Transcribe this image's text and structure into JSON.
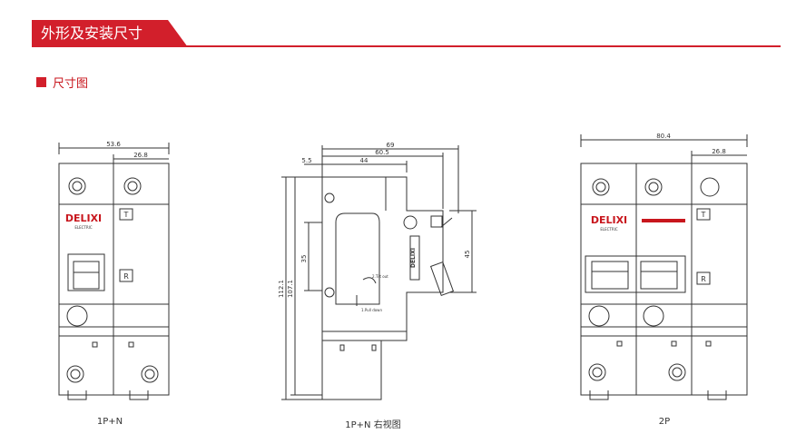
{
  "header": {
    "title": "外形及安装尺寸"
  },
  "section": {
    "label": "尺寸图"
  },
  "colors": {
    "accent": "#d21f2b",
    "line": "#333333",
    "brand": "#c8161d"
  },
  "views": {
    "front_1p": {
      "caption": "1P+N",
      "dims": {
        "overall_width": "53.6",
        "pole_width": "26.8"
      },
      "brand": "DELIXI",
      "brand_sub": "ELECTRIC",
      "test_btn": "T",
      "reset_btn": "R"
    },
    "side": {
      "caption": "1P+N 右视图",
      "dims": {
        "d69": "69",
        "d60_5": "60.5",
        "d44": "44",
        "d5_5": "5.5",
        "d35": "35",
        "d45": "45",
        "d107_1": "107.1",
        "d112_1": "112.1"
      },
      "notes": {
        "tilt": "2.Tilt out",
        "pull": "1.Pull down"
      },
      "labels": {
        "label1": "DELIXI"
      }
    },
    "front_2p": {
      "caption": "2P",
      "dims": {
        "overall_width": "80.4",
        "pole_width": "26.8"
      },
      "brand": "DELIXI",
      "brand_sub": "ELECTRIC",
      "test_btn": "T",
      "reset_btn": "R"
    }
  }
}
